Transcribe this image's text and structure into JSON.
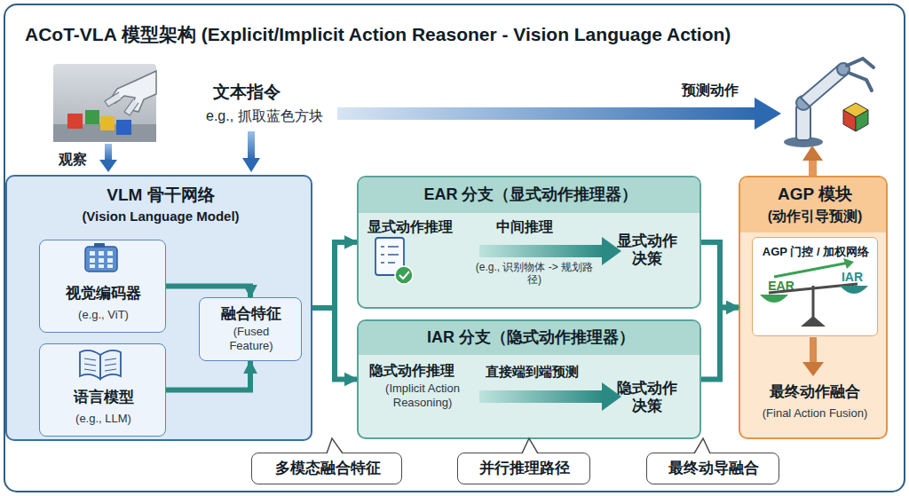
{
  "diagram": {
    "title": "ACoT-VLA 模型架构 (Explicit/Implicit Action Reasoner - Vision Language Action)",
    "nodes": [
      {
        "text": [
          "VLM 骨干网络",
          "(Vision Language Model)"
        ]
      },
      {
        "text": [
          "视觉编码器",
          "(e.g., ViT)"
        ],
        "in": 0
      },
      {
        "text": [
          "语言模型",
          "(e.g., LLM)"
        ],
        "in": 0
      },
      {
        "text": [
          "融合特征",
          "(Fused Feature)"
        ],
        "in": 0
      },
      {
        "text": [
          "EAR 分支（显式动作推理器）",
          "显式动作推理",
          "中间推理",
          "(e.g., 识别物体 -> 规划路径)",
          "显式动作决策"
        ]
      },
      {
        "text": [
          "IAR 分支（隐式动作推理器）",
          "隐式动作推理",
          "(Implicit Action Reasoning)",
          "直接端到端预测",
          "隐式动作决策"
        ]
      },
      {
        "text": [
          "AGP 模块",
          "(动作引导预测)",
          "最终动作融合",
          "(Final Action Fusion)"
        ]
      },
      {
        "text": [
          "AGP 门控 / 加权网络",
          "EAR",
          "IAR"
        ],
        "in": 6
      },
      {
        "text": [
          "多模态融合特征"
        ]
      },
      {
        "text": [
          "并行推理路径"
        ]
      },
      {
        "text": [
          "最终动导融合"
        ]
      }
    ],
    "edges": [
      {
        "from": 0,
        "to": 4,
        "arrow": "to"
      },
      {
        "from": 0,
        "to": 5,
        "arrow": "to"
      },
      {
        "from": 4,
        "to": 6,
        "arrow": "to"
      },
      {
        "from": 5,
        "to": 6,
        "arrow": "to"
      },
      {
        "from": 1,
        "to": 3,
        "arrow": "to"
      },
      {
        "from": 2,
        "to": 3,
        "arrow": "to"
      }
    ],
    "labels": [
      "观察",
      "文本指令",
      "e.g., 抓取蓝色方块",
      "预测动作"
    ]
  }
}
